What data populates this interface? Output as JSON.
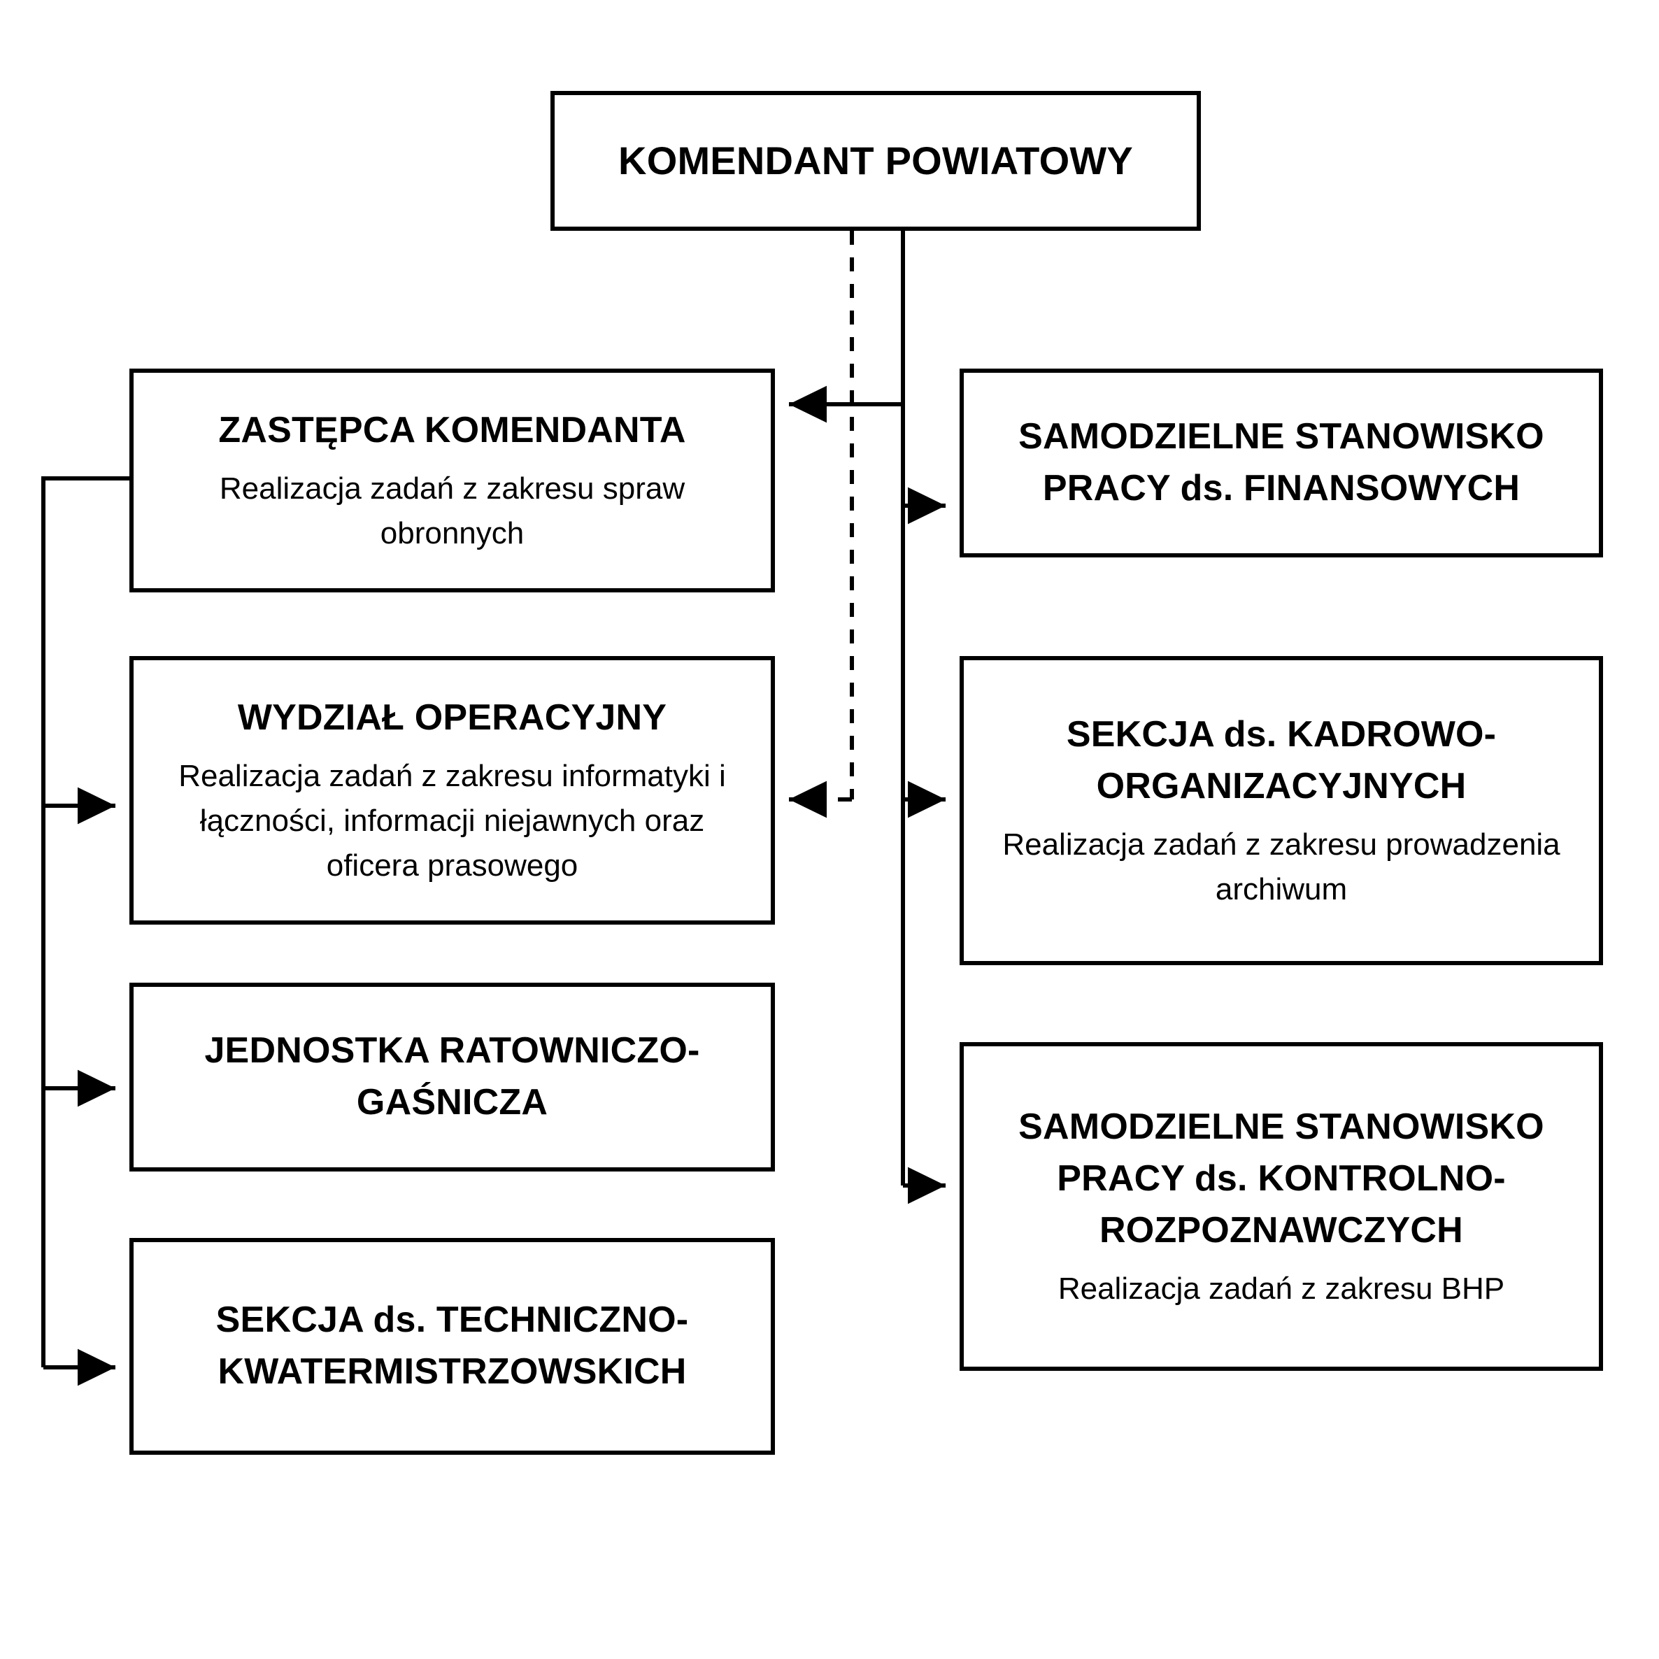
{
  "diagram": {
    "type": "organizational-chart",
    "language": "pl",
    "background_color": "#ffffff",
    "line_color": "#000000",
    "text_color": "#000000"
  },
  "root": {
    "id": "komendant-powiatowy",
    "title": "KOMENDANT POWIATOWY",
    "subtitle": ""
  },
  "left_column": [
    {
      "id": "zastepca-komendanta",
      "title": "ZASTĘPCA KOMENDANTA",
      "subtitle": "Realizacja zadań z zakresu spraw obronnych"
    },
    {
      "id": "wydzial-operacyjny",
      "title": "WYDZIAŁ OPERACYJNY",
      "subtitle": "Realizacja zadań z zakresu informatyki i łączności, informacji niejawnych oraz oficera prasowego"
    },
    {
      "id": "jednostka-ratowniczo-gasnicza",
      "title": "JEDNOSTKA RATOWNICZO-GAŚNICZA",
      "subtitle": ""
    },
    {
      "id": "sekcja-techniczno-kwatermistrzowska",
      "title": "SEKCJA ds. TECHNICZNO-KWATERMISTRZOWSKICH",
      "subtitle": ""
    }
  ],
  "right_column": [
    {
      "id": "stanowisko-finansowe",
      "title": "SAMODZIELNE STANOWISKO PRACY ds. FINANSOWYCH",
      "subtitle": ""
    },
    {
      "id": "sekcja-kadrowo-organizacyjna",
      "title": "SEKCJA ds. KADROWO-ORGANIZACYJNYCH",
      "subtitle": "Realizacja zadań z zakresu prowadzenia archiwum"
    },
    {
      "id": "stanowisko-kontrolno-rozpoznawcze",
      "title": "SAMODZIELNE STANOWISKO PRACY ds. KONTROLNO-ROZPOZNAWCZYCH",
      "subtitle": "Realizacja zadań z zakresu BHP"
    }
  ],
  "connections": [
    {
      "from": "komendant-powiatowy",
      "to": "zastepca-komendanta",
      "style": "solid",
      "arrow": "left"
    },
    {
      "from": "komendant-powiatowy",
      "to": "wydzial-operacyjny",
      "style": "dashed",
      "arrow": "left"
    },
    {
      "from": "komendant-powiatowy",
      "to": "stanowisko-finansowe",
      "style": "solid",
      "arrow": "right"
    },
    {
      "from": "komendant-powiatowy",
      "to": "sekcja-kadrowo-organizacyjna",
      "style": "solid",
      "arrow": "right"
    },
    {
      "from": "komendant-powiatowy",
      "to": "stanowisko-kontrolno-rozpoznawcze",
      "style": "solid",
      "arrow": "right"
    },
    {
      "from": "zastepca-komendanta",
      "to": "wydzial-operacyjny",
      "style": "solid",
      "arrow": "right"
    },
    {
      "from": "zastepca-komendanta",
      "to": "jednostka-ratowniczo-gasnicza",
      "style": "solid",
      "arrow": "right"
    },
    {
      "from": "zastepca-komendanta",
      "to": "sekcja-techniczno-kwatermistrzowska",
      "style": "solid",
      "arrow": "right"
    }
  ]
}
